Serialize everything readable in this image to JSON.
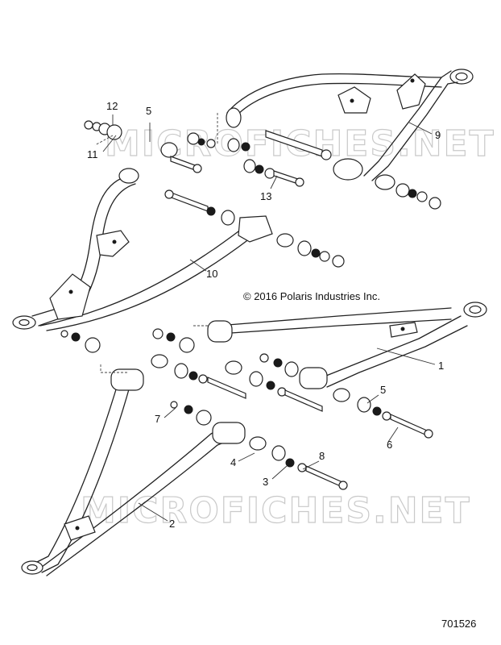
{
  "diagram": {
    "copyright": "© 2016 Polaris Industries Inc.",
    "diagram_number": "701526",
    "watermark": "MICROFICHES.NET",
    "callouts": [
      {
        "id": "c1",
        "label": "1"
      },
      {
        "id": "c2",
        "label": "2"
      },
      {
        "id": "c3",
        "label": "3"
      },
      {
        "id": "c4",
        "label": "4"
      },
      {
        "id": "c5a",
        "label": "5"
      },
      {
        "id": "c5b",
        "label": "5"
      },
      {
        "id": "c6",
        "label": "6"
      },
      {
        "id": "c7",
        "label": "7"
      },
      {
        "id": "c8",
        "label": "8"
      },
      {
        "id": "c9",
        "label": "9"
      },
      {
        "id": "c10",
        "label": "10"
      },
      {
        "id": "c11",
        "label": "11"
      },
      {
        "id": "c12",
        "label": "12"
      },
      {
        "id": "c13",
        "label": "13"
      }
    ]
  }
}
